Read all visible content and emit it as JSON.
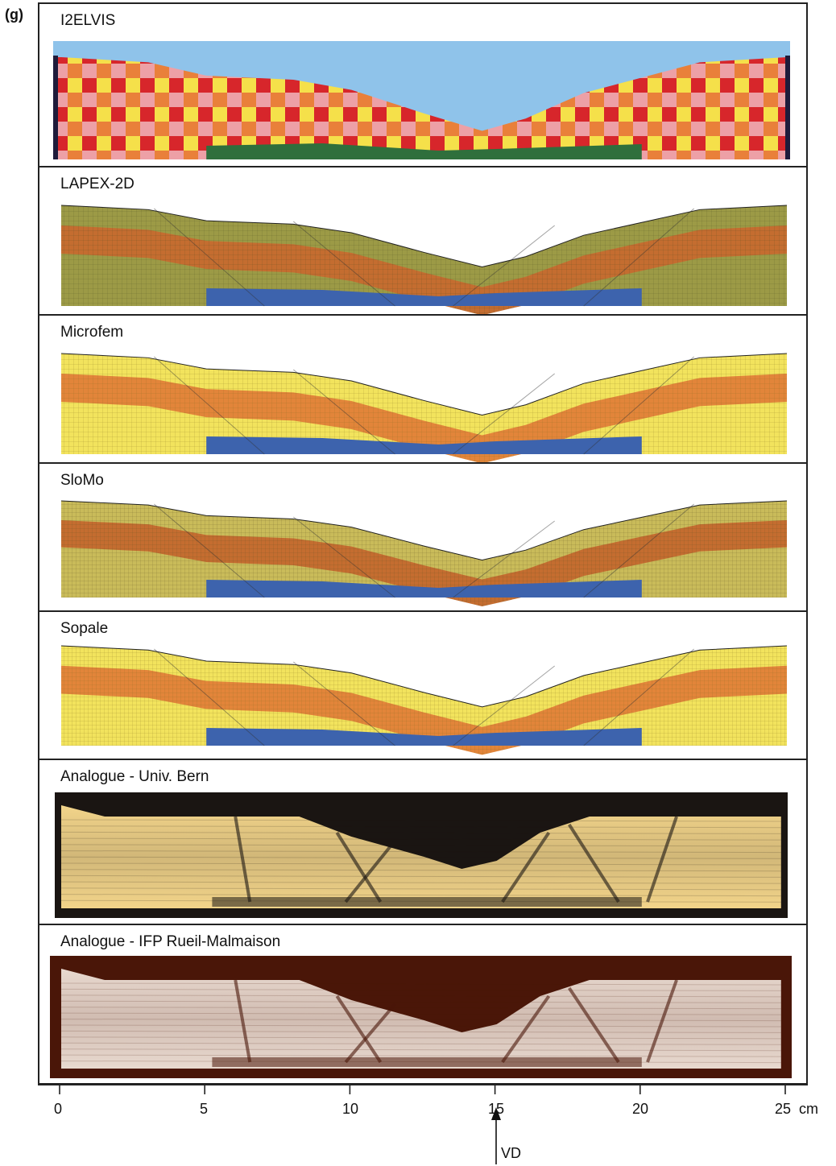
{
  "figure": {
    "label": "(g)",
    "colors": {
      "water": "#8fc3ea",
      "checker_red": "#d7262b",
      "checker_yellow": "#f5e04a",
      "checker_pink": "#eda0a6",
      "checker_orange": "#e9803a",
      "base_green": "#2f6f3c",
      "olive": "#9c9a46",
      "olive_band": "#c46d30",
      "yellow": "#f2e35d",
      "orange_band": "#e2853a",
      "blue_base": "#3d63ad",
      "sand_light": "#f2d48a",
      "sand_dark": "#1a1512",
      "sepia_light": "#e8d9cf",
      "sepia_dark": "#4a1608"
    }
  },
  "panels": [
    {
      "title": "I2ELVIS",
      "style": "checker"
    },
    {
      "title": "LAPEX-2D",
      "style": "olive"
    },
    {
      "title": "Microfem",
      "style": "yellow"
    },
    {
      "title": "SloMo",
      "style": "olive-yellow"
    },
    {
      "title": "Sopale",
      "style": "yellow"
    },
    {
      "title": "Analogue - Univ. Bern",
      "style": "photo-sand"
    },
    {
      "title": "Analogue - IFP Rueil-Malmaison",
      "style": "photo-sepia"
    }
  ],
  "axis": {
    "ticks": [
      "0",
      "5",
      "10",
      "15",
      "20",
      "25"
    ],
    "unit": "cm",
    "marker_label": "VD",
    "marker_position_cm": 15
  }
}
